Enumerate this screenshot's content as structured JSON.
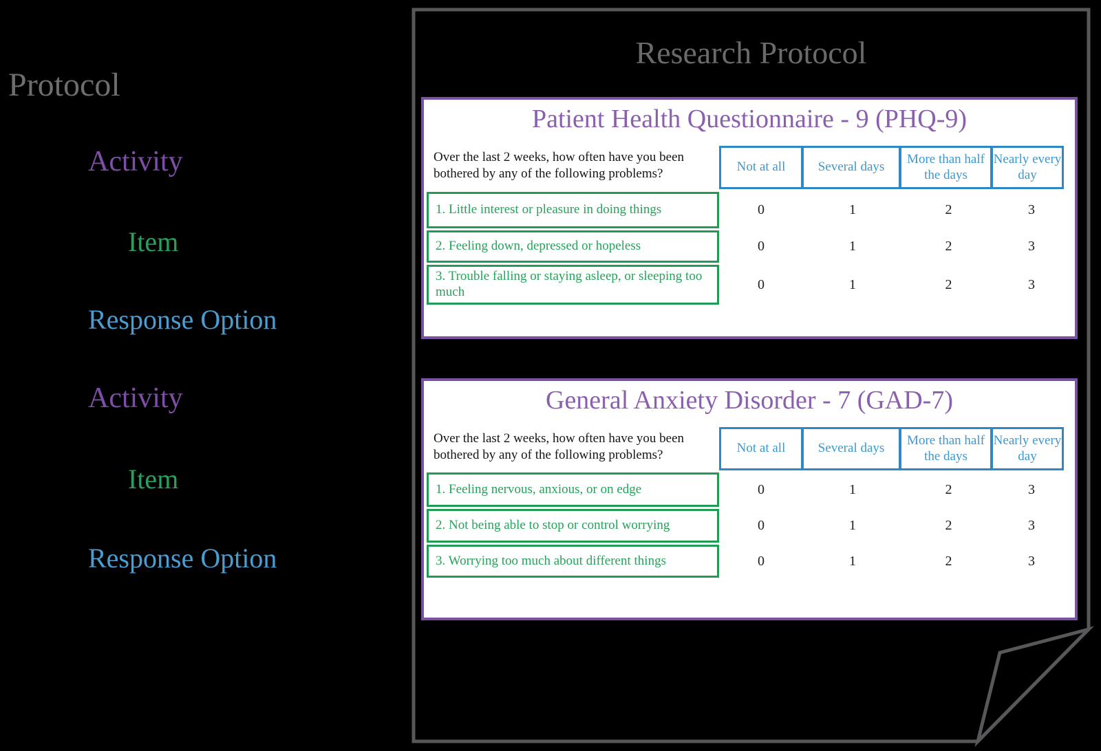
{
  "colors": {
    "background": "#000000",
    "document_outline_gray": "#58585B",
    "protocol_gray": "#6E6E70",
    "activity_purple": "#7F4FA8",
    "item_green": "#27A15B",
    "response_option_blue": "#4A9DD3",
    "card_border_purple": "#7A52A3",
    "card_title_purple": "#8A5FAE",
    "response_header_blue": "#2F87C5",
    "value_text_black": "#1F1F1F",
    "card_background": "#FFFFFF"
  },
  "hierarchy": {
    "protocol": "Protocol",
    "groups": [
      {
        "activity": "Activity",
        "item": "Item",
        "response_option": "Response Option"
      },
      {
        "activity": "Activity",
        "item": "Item",
        "response_option": "Response Option"
      }
    ]
  },
  "document": {
    "title": "Research Protocol",
    "questionnaires": [
      {
        "title": "Patient Health Questionnaire - 9 (PHQ-9)",
        "prompt": "Over the last 2 weeks, how often have you been bothered by any of the following problems?",
        "response_headers": [
          "Not at all",
          "Several days",
          "More than half the days",
          "Nearly every day"
        ],
        "items": [
          {
            "label": "1. Little interest or pleasure in doing things",
            "values": [
              "0",
              "1",
              "2",
              "3"
            ]
          },
          {
            "label": "2. Feeling down, depressed or hopeless",
            "values": [
              "0",
              "1",
              "2",
              "3"
            ]
          },
          {
            "label": "3. Trouble falling or staying asleep, or sleeping too much",
            "values": [
              "0",
              "1",
              "2",
              "3"
            ]
          }
        ]
      },
      {
        "title": "General Anxiety Disorder - 7 (GAD-7)",
        "prompt": "Over the last 2 weeks, how often have you been bothered by any of the following problems?",
        "response_headers": [
          "Not at all",
          "Several days",
          "More than half the days",
          "Nearly every day"
        ],
        "items": [
          {
            "label": "1. Feeling nervous, anxious, or on edge",
            "values": [
              "0",
              "1",
              "2",
              "3"
            ]
          },
          {
            "label": "2. Not being able to stop or control worrying",
            "values": [
              "0",
              "1",
              "2",
              "3"
            ]
          },
          {
            "label": "3. Worrying too much about different things",
            "values": [
              "0",
              "1",
              "2",
              "3"
            ]
          }
        ]
      }
    ]
  }
}
